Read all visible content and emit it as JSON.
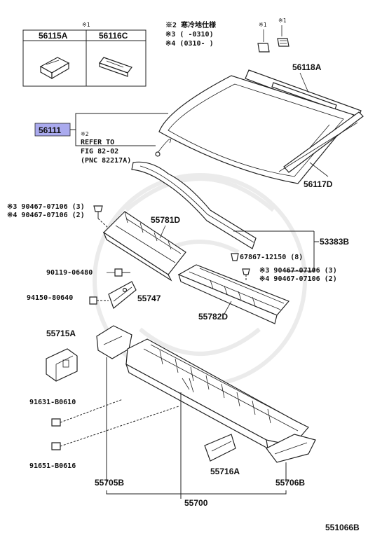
{
  "inset": {
    "note_mark": "※1",
    "parts": [
      "56115A",
      "56116C"
    ]
  },
  "notes": {
    "line1": "※2 寒冷地仕様",
    "line2": "※3 (     -0310)",
    "line3": "※4 (0310-     )"
  },
  "top_marks": {
    "a": "※1",
    "b": "※1"
  },
  "labels": {
    "p56118A": "56118A",
    "p56111": "56111",
    "p56117D": "56117D",
    "refer_mark": "※2",
    "refer_l1": "REFER TO",
    "refer_l2": "FIG 82-02",
    "refer_l3": "(PNC 82217A)",
    "p90467_a": "※3 90467-07106 (3)",
    "p90467_b": "※4 90467-07106 (2)",
    "p55781D": "55781D",
    "p53383B": "53383B",
    "p67867": "67867-12150 (8)",
    "p90119": "90119-06480",
    "p90467_c": "※3 90467-07106 (3)",
    "p90467_d": "※4 90467-07106 (2)",
    "p94150": "94150-80640",
    "p55747": "55747",
    "p55782D": "55782D",
    "p55715A": "55715A",
    "p91631": "91631-B0610",
    "p91651": "91651-B0616",
    "p55716A": "55716A",
    "p55706B": "55706B",
    "p55705B": "55705B",
    "p55700": "55700",
    "fig_id": "551066B"
  },
  "colors": {
    "highlight": "#aaaaee",
    "ink": "#222222",
    "watermark": "#dcdcdc"
  }
}
